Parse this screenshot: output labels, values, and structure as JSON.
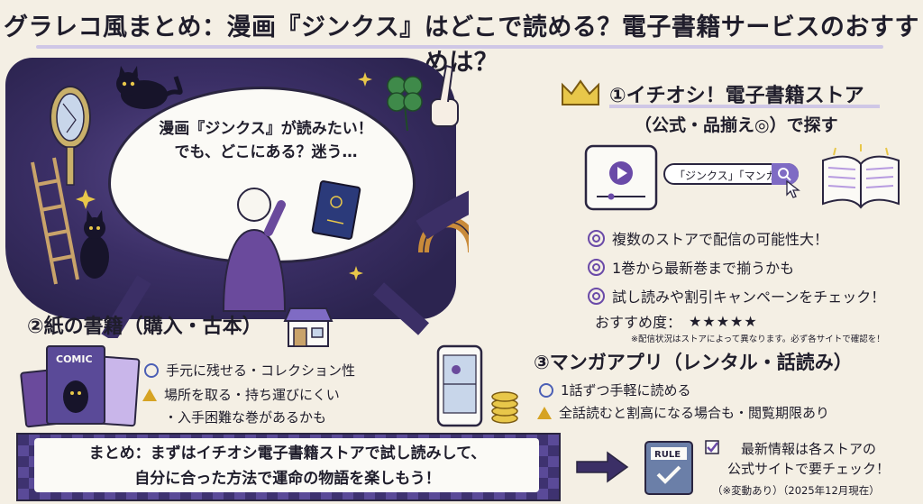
{
  "title": "グラレコ風まとめ：漫画『ジンクス』はどこで読める？電子書籍サービスのおすすめは？",
  "cloud": {
    "line1": "漫画『ジンクス』が読みたい！",
    "line2": "でも、どこにある？迷う…"
  },
  "store": {
    "heading": "①イチオシ！電子書籍ストア",
    "subheading": "（公式・品揃え◎）で探す",
    "search_value": "「ジンクス」「マンガ",
    "points": [
      "複数のストアで配信の可能性大！",
      "1巻から最新巻まで揃うかも",
      "試し読みや割引キャンペーンをチェック！"
    ],
    "rating_label": "おすすめ度：",
    "rating_stars": "★★★★★",
    "note": "※配信状況はストアによって異なります。必ず各サイトで確認を！",
    "rating": 5
  },
  "paper": {
    "heading": "②紙の書籍（購入・古本）",
    "pro": "手元に残せる・コレクション性",
    "con1": "場所を取る・持ち運びにくい",
    "con2": "・入手困難な巻があるかも",
    "comic_label": "COMIC"
  },
  "app": {
    "heading": "③マンガアプリ（レンタル・話読み）",
    "pro": "1話ずつ手軽に読める",
    "con": "全話読むと割高になる場合も・閲覧期限あり"
  },
  "summary": {
    "line1": "まとめ：まずはイチオシ電子書籍ストアで試し読みして、",
    "line2": "自分に合った方法で運命の物語を楽しもう！"
  },
  "rule": {
    "book_label": "RULE",
    "line1": "最新情報は各ストアの",
    "line2": "公式サイトで要チェック！",
    "line3": "（※変動あり）（2025年12月現在）"
  },
  "colors": {
    "background": "#f4efe4",
    "purple_dark": "#2c2450",
    "purple_mid": "#5a4a8c",
    "gold": "#d6a323",
    "blue_mark": "#4b5fb5"
  }
}
